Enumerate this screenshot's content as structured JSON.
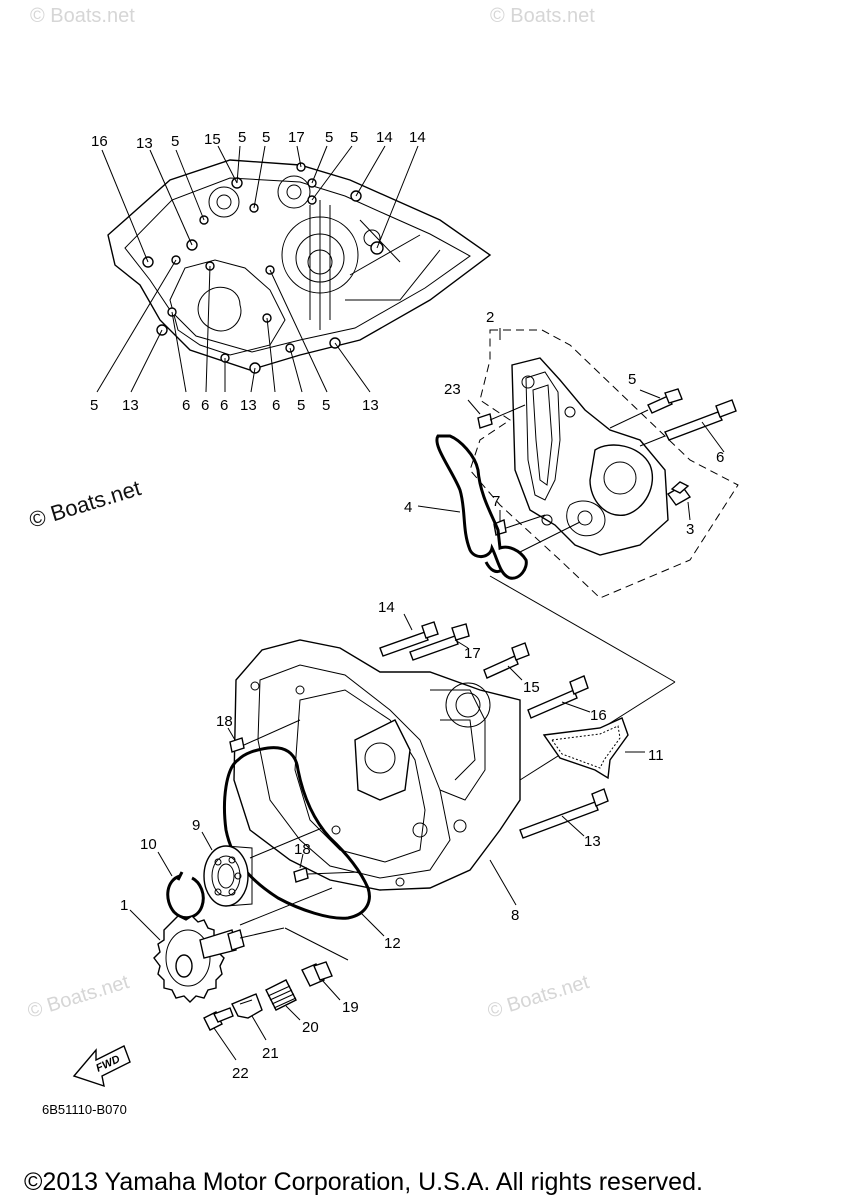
{
  "diagram": {
    "watermark_text": "© Boats.net",
    "drawing_code": "6B51110-B070",
    "copyright": "©2013 Yamaha Motor Corporation, U.S.A. All rights reserved.",
    "fwd_label": "FWD",
    "top_view_callouts": {
      "top_row": [
        "16",
        "13",
        "5",
        "15",
        "5",
        "5",
        "17",
        "5",
        "5",
        "14",
        "14"
      ],
      "bottom_row": [
        "5",
        "13",
        "6",
        "6",
        "6",
        "13",
        "6",
        "5",
        "5",
        "13"
      ]
    },
    "part_labels": {
      "p1": "1",
      "p2": "2",
      "p3": "3",
      "p4": "4",
      "p5": "5",
      "p6": "6",
      "p7": "7",
      "p8": "8",
      "p9": "9",
      "p10": "10",
      "p11": "11",
      "p12": "12",
      "p13": "13",
      "p14": "14",
      "p15": "15",
      "p16": "16",
      "p17": "17",
      "p18a": "18",
      "p18b": "18",
      "p19": "19",
      "p20": "20",
      "p21": "21",
      "p22": "22",
      "p23": "23"
    }
  }
}
